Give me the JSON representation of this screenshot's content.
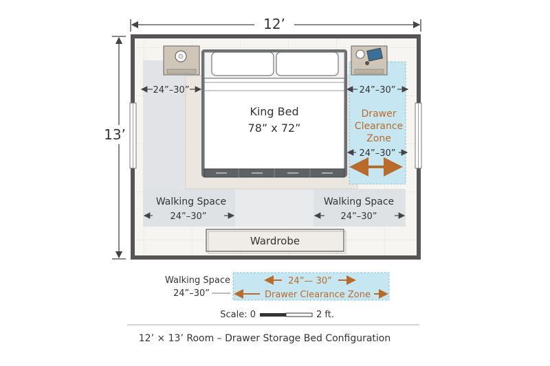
{
  "room": {
    "width_label": "12’",
    "height_label": "13’",
    "caption": "12’ × 13’ Room – Drawer Storage Bed Configuration"
  },
  "bed": {
    "name": "King Bed",
    "size": "78” x 72”"
  },
  "clearances": {
    "left_bedside": "24”–30”",
    "right_bedside": "24”–30”",
    "drawer_zone_title_line1": "Drawer",
    "drawer_zone_title_line2": "Clearance",
    "drawer_zone_title_line3": "Zone",
    "drawer_zone_dim": "24”–30”",
    "walking_left_title": "Walking Space",
    "walking_left_dim": "24”–30”",
    "walking_right_title": "Walking Space",
    "walking_right_dim": "24”–30”"
  },
  "wardrobe": {
    "label": "Wardrobe"
  },
  "legend": {
    "walking_title": "Walking Space",
    "walking_dim": "24”–30”",
    "drawer_dim": "24”— 30”",
    "drawer_title": "Drawer Clearance Zone"
  },
  "scale": {
    "prefix": "Scale: 0",
    "suffix": "2 ft."
  },
  "colors": {
    "wall": "#555555",
    "walking_zone": "#dfe2e5",
    "drawer_zone": "#c6e6f1",
    "accent_orange": "#b86b2a",
    "bed_frame": "#6b6e72"
  }
}
